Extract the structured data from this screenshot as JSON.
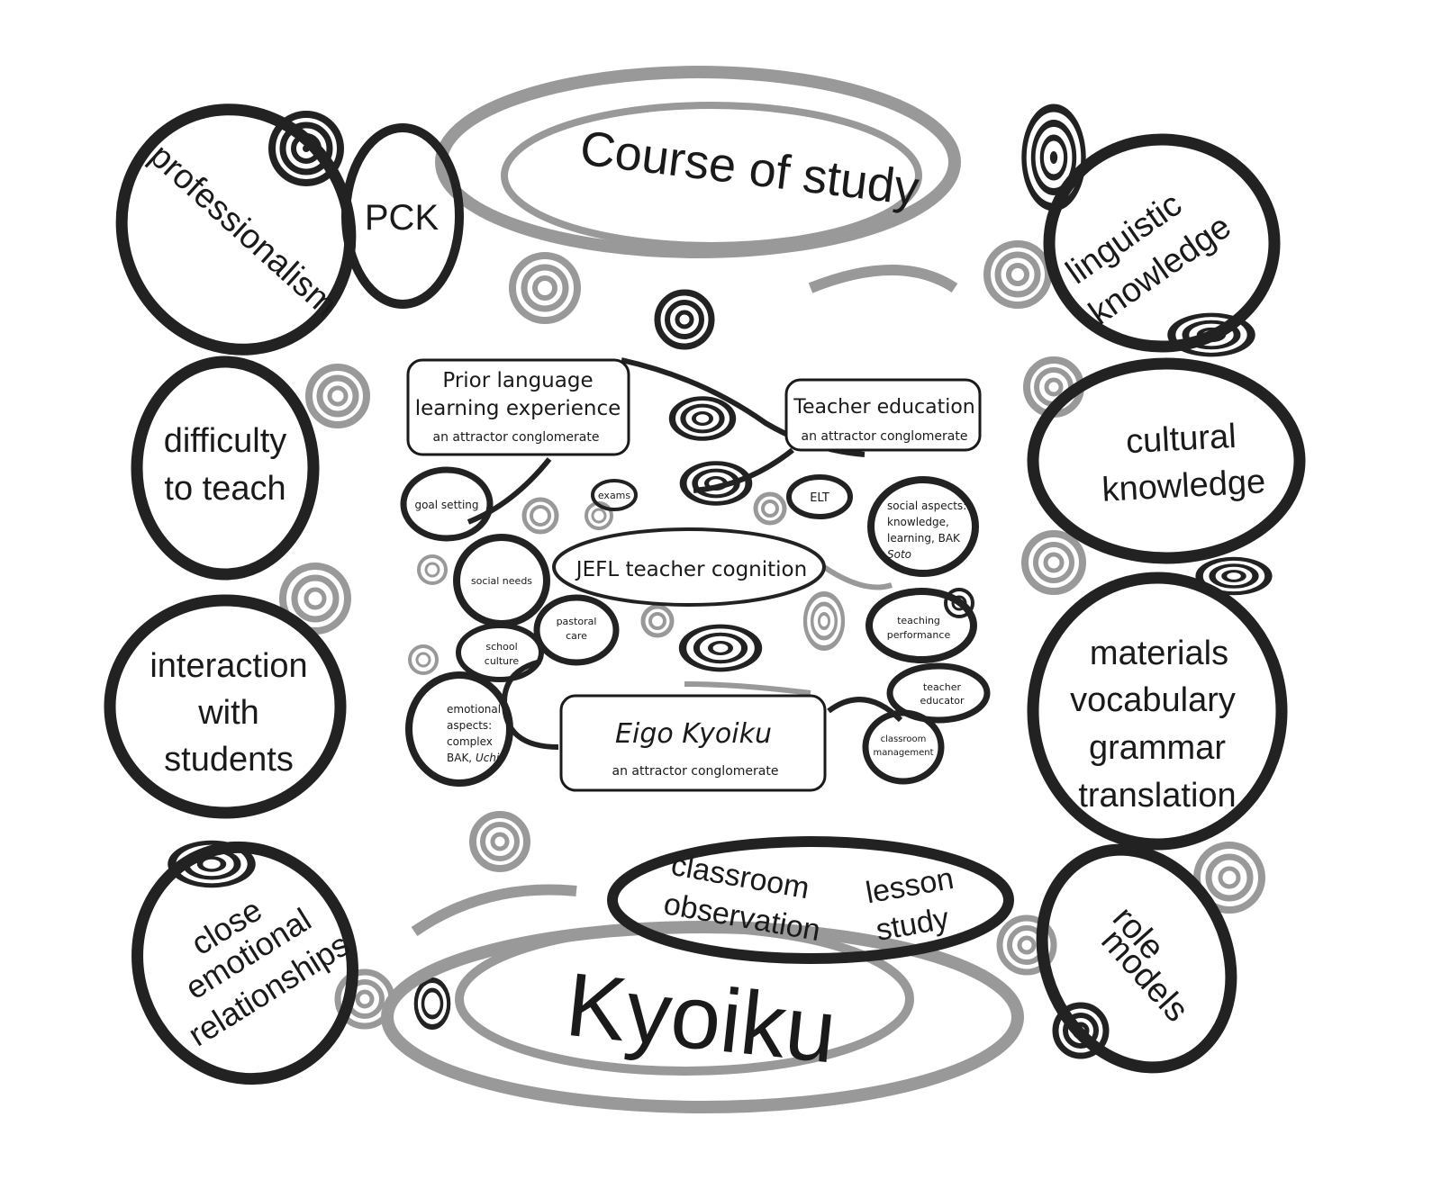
{
  "outer": {
    "course_of_study": "Course of study",
    "pck": "PCK",
    "professionalism": "professionalism",
    "linguistic": "linguistic",
    "knowledge": "knowledge",
    "difficulty": "difficulty",
    "to_teach": "to teach",
    "cultural": "cultural",
    "knowledge2": "knowledge",
    "interaction": "interaction",
    "with": "with",
    "students": "students",
    "materials": "materials",
    "vocabulary": "vocabulary",
    "grammar": "grammar",
    "translation": "translation",
    "close": "close",
    "emotional": "emotional",
    "relationships": "relationships",
    "classroom": "classroom",
    "observation": "observation",
    "lesson": "lesson",
    "study": "study",
    "role": "role",
    "models": "models",
    "kyoiku": "Kyoiku"
  },
  "inner": {
    "prior_1": "Prior language",
    "prior_2": "learning experience",
    "prior_sub": "an attractor conglomerate",
    "teacher_ed": "Teacher education",
    "teacher_ed_sub": "an attractor conglomerate",
    "cognition": "JEFL teacher cognition",
    "eigo": "Eigo Kyoiku",
    "eigo_sub": "an attractor conglomerate",
    "goal_setting": "goal setting",
    "exams": "exams",
    "elt": "ELT",
    "social_1": "social aspects:",
    "social_2": "knowledge,",
    "social_3": "learning, BAK",
    "social_4": "Soto",
    "social_needs": "social needs",
    "pastoral_1": "pastoral",
    "pastoral_2": "care",
    "teaching_1": "teaching",
    "teaching_2": "performance",
    "school_1": "school",
    "school_2": "culture",
    "emo_1": "emotional",
    "emo_2": "aspects:",
    "emo_3": "complex",
    "emo_4": "BAK, ",
    "emo_5": "Uchi",
    "tedu_1": "teacher",
    "tedu_2": "educator",
    "cm_1": "classroom",
    "cm_2": "management"
  },
  "colors": {
    "ink": "#1a1a1a",
    "gray": "#999999"
  }
}
